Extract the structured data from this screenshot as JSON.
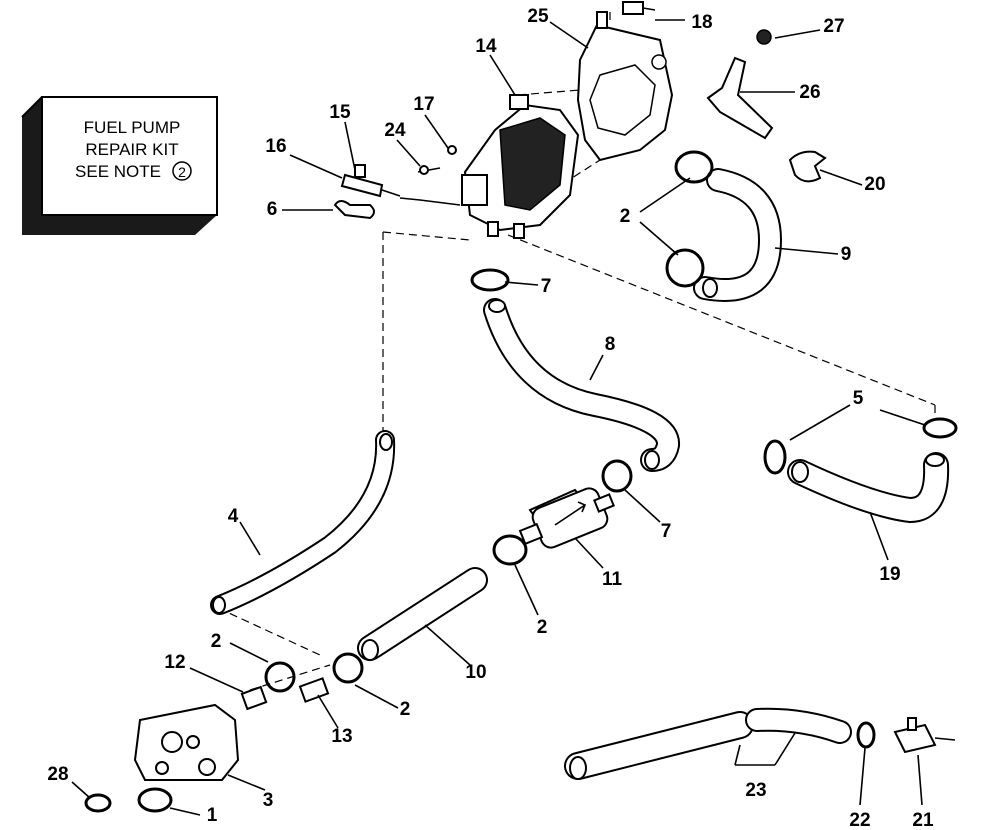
{
  "kit_box": {
    "line1": "FUEL PUMP",
    "line2": "REPAIR KIT",
    "line3": "SEE NOTE",
    "note_number": "2"
  },
  "callouts": {
    "c1": "1",
    "c2a": "2",
    "c2b": "2",
    "c2c": "2",
    "c2d": "2",
    "c3": "3",
    "c4": "4",
    "c5": "5",
    "c6": "6",
    "c7a": "7",
    "c7b": "7",
    "c8": "8",
    "c9": "9",
    "c10": "10",
    "c11": "11",
    "c12": "12",
    "c13": "13",
    "c14": "14",
    "c15": "15",
    "c16": "16",
    "c17": "17",
    "c18": "18",
    "c19": "19",
    "c20": "20",
    "c21": "21",
    "c22": "22",
    "c23": "23",
    "c24": "24",
    "c25": "25",
    "c26": "26",
    "c27": "27",
    "c28": "28"
  }
}
